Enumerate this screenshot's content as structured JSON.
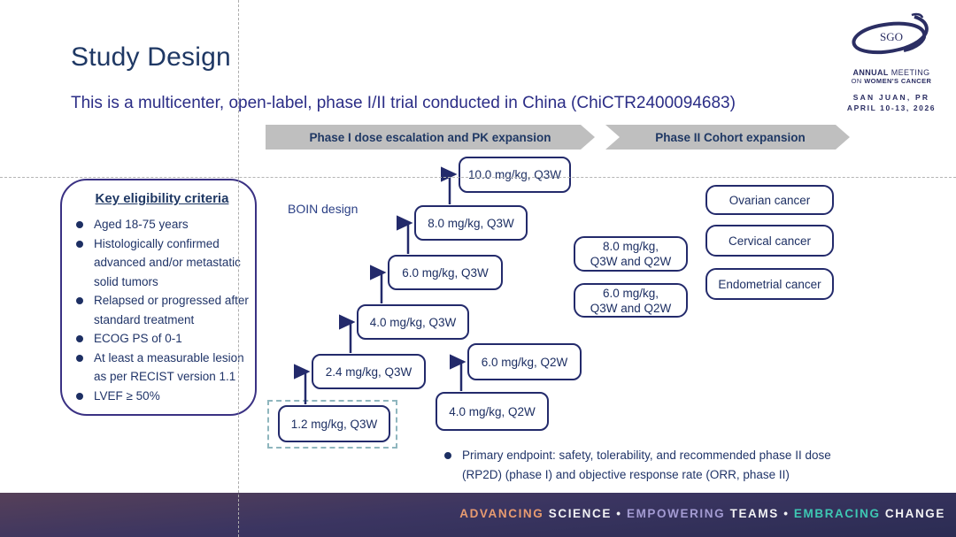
{
  "slide": {
    "title": "Study Design",
    "subtitle": "This is a multicenter, open-label, phase I/II trial conducted in China (ChiCTR2400094683)"
  },
  "logo": {
    "acronym": "SGO",
    "line1_bold": "ANNUAL",
    "line1_rest": " MEETING",
    "line2_pre": "ON ",
    "line2_bold": "WOMEN'S CANCER",
    "location": "SAN JUAN, PR",
    "dates": "APRIL 10-13, 2026",
    "color": "#2B2E63"
  },
  "banners": {
    "phase1": "Phase I dose escalation and PK expansion",
    "phase2": "Phase II Cohort expansion",
    "fill_color": "#BFBFBF",
    "text_color": "#1F3864"
  },
  "eligibility": {
    "title": "Key eligibility criteria",
    "items": [
      "Aged 18-75 years",
      "Histologically confirmed advanced and/or metastatic solid tumors",
      "Relapsed or progressed after standard treatment",
      "ECOG PS of 0-1",
      "At least a measurable lesion as per RECIST version 1.1",
      "LVEF ≥ 50%"
    ]
  },
  "diagram": {
    "boin_label": "BOIN design",
    "escalation_q3w": [
      "1.2 mg/kg, Q3W",
      "2.4 mg/kg, Q3W",
      "4.0 mg/kg, Q3W",
      "6.0 mg/kg, Q3W",
      "8.0 mg/kg, Q3W",
      "10.0 mg/kg, Q3W"
    ],
    "expansion_q2w": [
      "4.0 mg/kg, Q2W",
      "6.0 mg/kg, Q2W"
    ],
    "phase2_doses": [
      {
        "line1": "8.0 mg/kg,",
        "line2": "Q3W and Q2W"
      },
      {
        "line1": "6.0 mg/kg,",
        "line2": "Q3W and Q2W"
      }
    ],
    "cohorts": [
      "Ovarian cancer",
      "Cervical cancer",
      "Endometrial cancer"
    ],
    "box_border_color": "#232A6B",
    "start_frame_color": "#8FB6BE"
  },
  "endpoint": {
    "text": "Primary endpoint: safety, tolerability, and recommended phase II dose (RP2D) (phase I) and objective response rate (ORR, phase II)"
  },
  "footer": {
    "segments": [
      {
        "text": "ADVANCING ",
        "color": "#E89B70"
      },
      {
        "text": "SCIENCE",
        "color": "#F2F2F4"
      },
      {
        "text": " • ",
        "color": "#F2F2F4"
      },
      {
        "text": "EMPOWERING",
        "color": "#A39BD2"
      },
      {
        "text": " TEAMS",
        "color": "#F2F2F4"
      },
      {
        "text": " • ",
        "color": "#F2F2F4"
      },
      {
        "text": "EMBRACING",
        "color": "#3EC7B3"
      },
      {
        "text": " CHANGE",
        "color": "#F2F2F4"
      }
    ]
  }
}
